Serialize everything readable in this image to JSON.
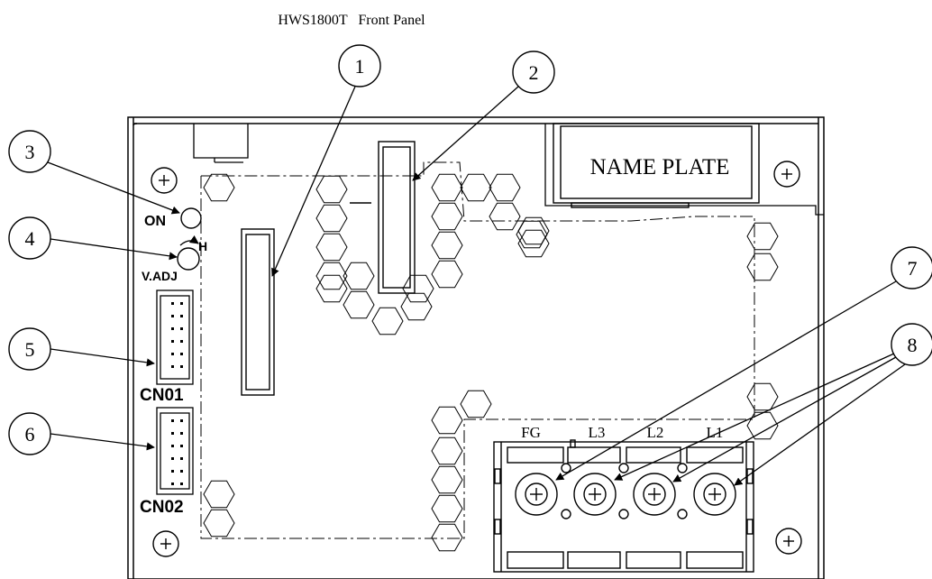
{
  "title": "HWS1800T   Front Panel",
  "name_plate": "NAME PLATE",
  "labels": {
    "on": "ON",
    "h": "H",
    "vadj": "V.ADJ",
    "cn01": "CN01",
    "cn02": "CN02",
    "fg": "FG",
    "l3": "L3",
    "l2": "L2",
    "l1": "L1"
  },
  "callouts": [
    "1",
    "2",
    "3",
    "4",
    "5",
    "6",
    "7",
    "8"
  ],
  "colors": {
    "line": "#000000",
    "background": "#ffffff"
  },
  "icons": [
    "screw-terminal-icon",
    "mounting-screw-icon",
    "led-indicator-icon",
    "potentiometer-icon",
    "connector-icon",
    "vent-hexagon-icon"
  ]
}
